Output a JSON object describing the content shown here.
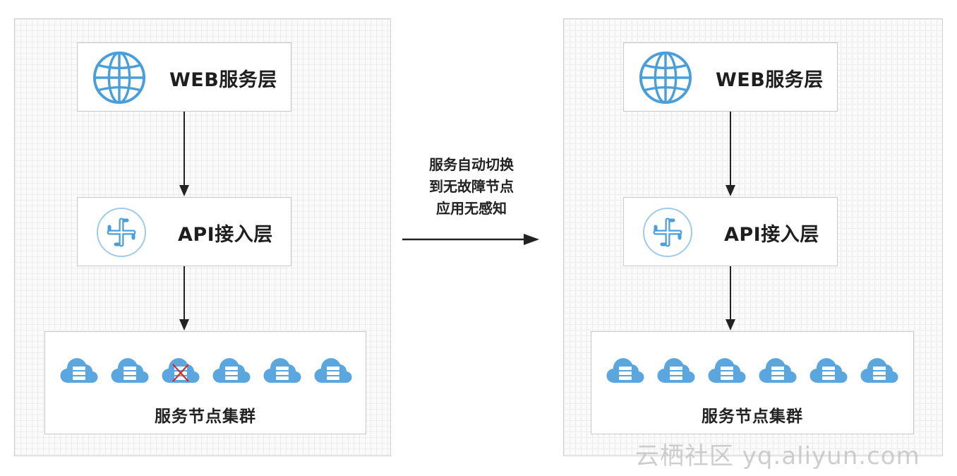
{
  "left_panel": {
    "web_label": "WEB服务层",
    "api_label": "API接入层",
    "cluster_label": "服务节点集群",
    "nodes": [
      {
        "icon": "server-cloud-icon",
        "failed": false
      },
      {
        "icon": "server-cloud-icon",
        "failed": false
      },
      {
        "icon": "server-cloud-failed-icon",
        "failed": true
      },
      {
        "icon": "server-cloud-icon",
        "failed": false
      },
      {
        "icon": "server-cloud-icon",
        "failed": false
      },
      {
        "icon": "server-cloud-icon",
        "failed": false
      }
    ]
  },
  "right_panel": {
    "web_label": "WEB服务层",
    "api_label": "API接入层",
    "cluster_label": "服务节点集群",
    "nodes": [
      {
        "icon": "server-cloud-icon",
        "failed": false
      },
      {
        "icon": "server-cloud-icon",
        "failed": false
      },
      {
        "icon": "server-cloud-icon",
        "failed": false
      },
      {
        "icon": "server-cloud-icon",
        "failed": false
      },
      {
        "icon": "server-cloud-icon",
        "failed": false
      },
      {
        "icon": "server-cloud-icon",
        "failed": false
      }
    ]
  },
  "transition": {
    "lines": [
      "服务自动切换",
      "到无故障节点",
      "应用无感知"
    ]
  },
  "watermark": "云栖社区 yq.aliyun.com",
  "colors": {
    "icon_blue": "#4a9fdb",
    "cloud_blue": "#5aa7e0",
    "failed_mark": "#d62b2b"
  }
}
